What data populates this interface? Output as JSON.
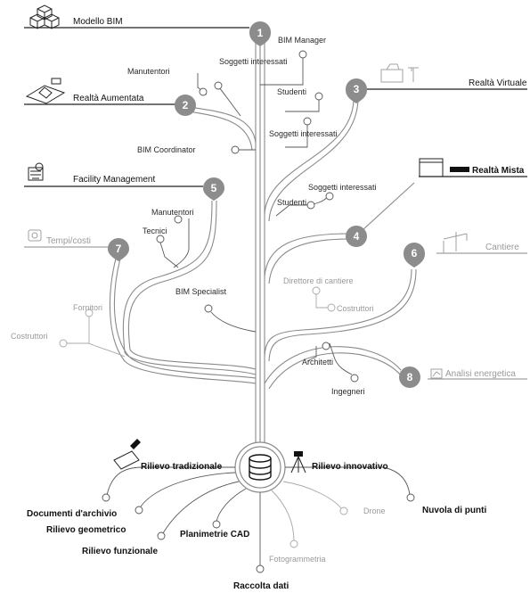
{
  "nodes": [
    {
      "number": "1",
      "label": "Modello BIM"
    },
    {
      "number": "2",
      "label": "Realtà Aumentata"
    },
    {
      "number": "3",
      "label": "Realtà Virtuale"
    },
    {
      "number": "4",
      "label": "Realtà Mista"
    },
    {
      "number": "5",
      "label": "Facility Management"
    },
    {
      "number": "6",
      "label": "Cantiere"
    },
    {
      "number": "7",
      "label": "Tempi/costi"
    },
    {
      "number": "8",
      "label": "Analisi energetica"
    }
  ],
  "leaves": {
    "bim_manager": "BIM Manager",
    "soggetti_interessati_2": "Soggetti interessati",
    "manutentori_2": "Manutentori",
    "studenti_3": "Studenti",
    "soggetti_interessati_3": "Soggetti interessati",
    "bim_coordinator": "BIM Coordinator",
    "soggetti_interessati_4": "Soggetti interessati",
    "studenti_4": "Studenti",
    "manutentori_5": "Manutentori",
    "tecnici": "Tecnici",
    "bim_specialist": "BIM Specialist",
    "direttore_cantiere": "Direttore di cantiere",
    "costruttori_6": "Costruttori",
    "fornitori": "Fornitori",
    "costruttori_7": "Costruttori",
    "architetti": "Architetti",
    "ingegneri": "Ingegneri"
  },
  "roots": {
    "rilievo_tradizionale": "Rilievo tradizionale",
    "rilievo_innovativo": "Rilievo innovativo",
    "documenti_archivio": "Documenti d'archivio",
    "rilievo_geometrico": "Rilievo geometrico",
    "rilievo_funzionale": "Rilievo funzionale",
    "planimetrie_cad": "Planimetrie CAD",
    "raccolta_dati": "Raccolta dati",
    "fotogrammetria": "Fotogrammetria",
    "drone": "Drone",
    "nuvola_di_punti": "Nuvola di punti"
  },
  "colors": {
    "ink": "#111111",
    "grey_text": "#9a9a9a",
    "pin_fill": "#8c8c8c"
  }
}
